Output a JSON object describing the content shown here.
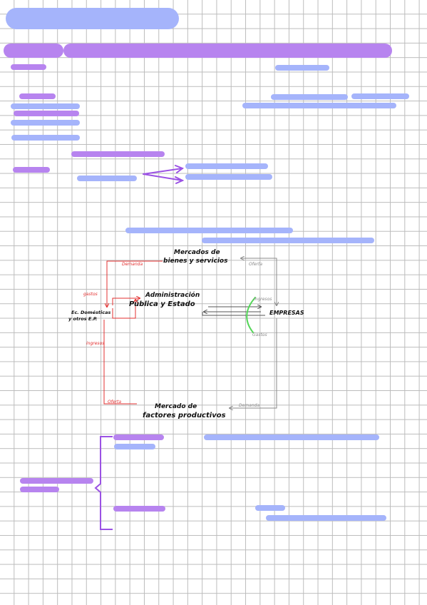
{
  "colors": {
    "highlight_blue": "#a5b4fb",
    "highlight_purple": "#b784ef",
    "arrow_red": "#e33030",
    "arrow_grey": "#8a8a8a",
    "arrow_green": "#56d65a",
    "bracket_purple": "#9b52e4",
    "grid": "#bcbcbc"
  },
  "diagram": {
    "nodes": {
      "mercado_bienes": [
        "Mercados de",
        "bienes y servicios"
      ],
      "administracion": [
        "Administración",
        "Pública y Estado"
      ],
      "economias": [
        "Ec. Domésticas",
        "y otros E.P."
      ],
      "empresas": "EMPRESAS",
      "mercado_factores": [
        "Mercado de",
        "factores productivos"
      ]
    },
    "labels": {
      "demanda_top": "Demanda",
      "oferta_top": "Oferta",
      "gastos_left": "gastos",
      "ingresos_left": "ingresos",
      "oferta_bottom": "Oferta",
      "demanda_bottom": "Demanda",
      "ingresos_right": "ingresos",
      "gastos_right": "Gastos"
    }
  }
}
